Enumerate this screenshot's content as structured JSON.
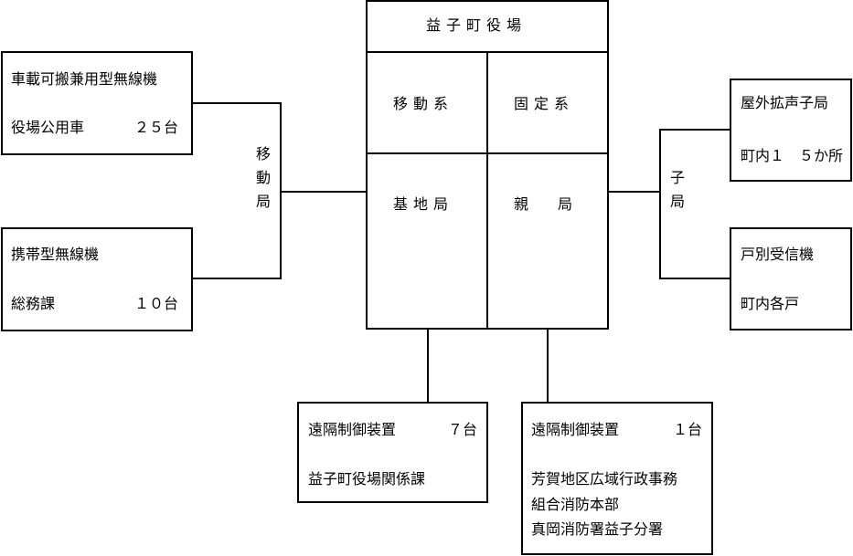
{
  "center": {
    "title": "益子町役場",
    "mobile_system": "移動系",
    "fixed_system": "固定系",
    "base_station": "基地局",
    "parent_station": "親　　局"
  },
  "left": {
    "vehicle_box": {
      "name": "車載可搬兼用型無線機",
      "detail": "役場公用車",
      "count": "２５台"
    },
    "portable_box": {
      "name": "携帯型無線機",
      "detail": "総務課",
      "count": "１０台"
    },
    "connector_label": [
      "移",
      "動",
      "局"
    ]
  },
  "right": {
    "outdoor_box": {
      "name": "屋外拡声子局",
      "detail": "町内１　５か所"
    },
    "household_box": {
      "name": "戸別受信機",
      "detail": "町内各戸"
    },
    "connector_label": [
      "子",
      "局"
    ]
  },
  "bottom": {
    "remote_left": {
      "name": "遠隔制御装置",
      "count": "７台",
      "detail": "益子町役場関係課"
    },
    "remote_right": {
      "name": "遠隔制御装置",
      "count": "１台",
      "detail_lines": [
        "芳賀地区広域行政事務",
        "組合消防本部",
        "真岡消防署益子分署"
      ]
    }
  }
}
